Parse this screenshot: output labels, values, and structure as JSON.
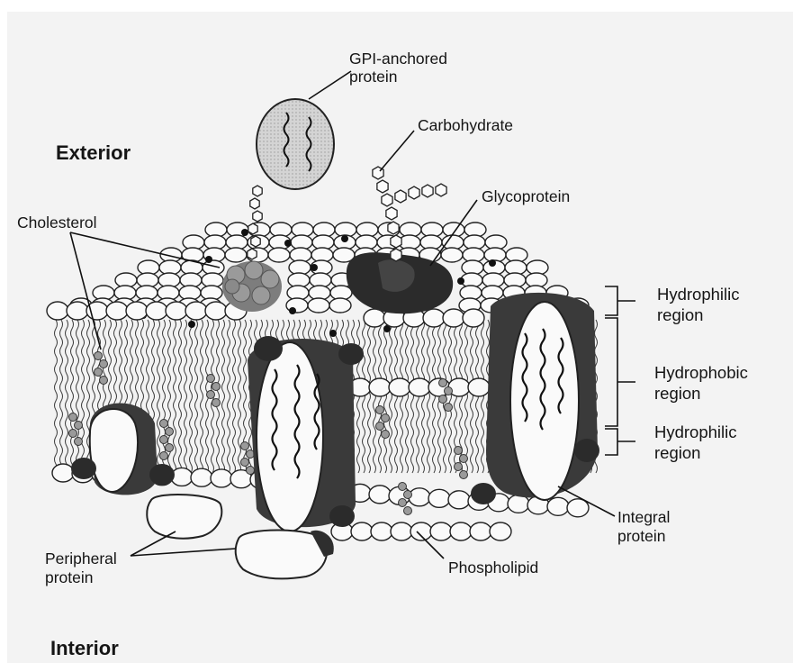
{
  "figure": {
    "regions": {
      "exterior": "Exterior",
      "interior": "Interior"
    },
    "labels": {
      "gpi_line1": "GPI-anchored",
      "gpi_line2": "protein",
      "carbohydrate": "Carbohydrate",
      "glycoprotein": "Glycoprotein",
      "cholesterol": "Cholesterol",
      "hydrophilic_top_line1": "Hydrophilic",
      "hydrophilic_top_line2": "region",
      "hydrophobic_line1": "Hydrophobic",
      "hydrophobic_line2": "region",
      "hydrophilic_bottom_line1": "Hydrophilic",
      "hydrophilic_bottom_line2": "region",
      "integral_line1": "Integral",
      "integral_line2": "protein",
      "peripheral_line1": "Peripheral",
      "peripheral_line2": "protein",
      "phospholipid": "Phospholipid"
    }
  }
}
